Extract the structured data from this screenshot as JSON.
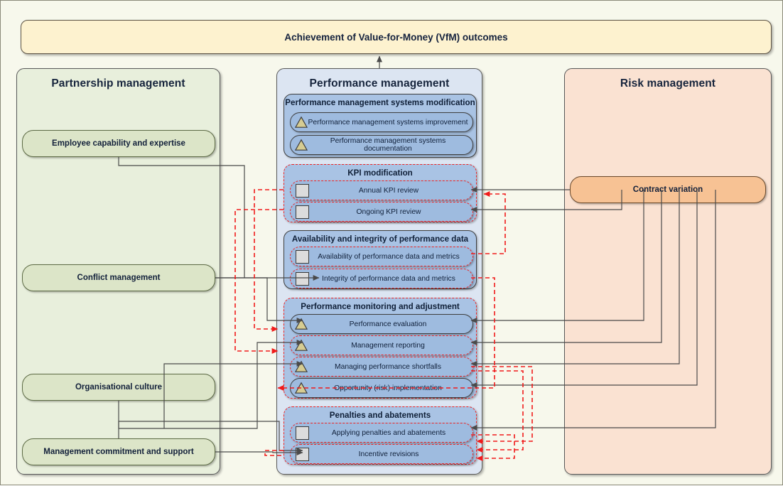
{
  "diagram": {
    "title": "Achievement of Value-for-Money (VfM) outcomes",
    "colors": {
      "canvas": "#f7f8ec",
      "vfm_fill": "#fdf2cf",
      "partnership_fill": "#e8efdc",
      "performance_fill": "#dce5f2",
      "risk_fill": "#fae2d2",
      "green_pill": "#dce5c8",
      "orange_pill": "#f7c294",
      "blue_pill": "#9ebbdf",
      "subgroup_fill": "#a9c3e4",
      "dashed_connector": "#ef2323",
      "solid_connector": "#4a4a4a",
      "triangle_icon": "#d6cc92",
      "checkbox_icon": "#dcdcdc"
    }
  },
  "top_outcome": {
    "label": "Achievement of Value-for-Money (VfM) outcomes"
  },
  "partnership": {
    "title": "Partnership management",
    "items": [
      {
        "label": "Employee capability and expertise"
      },
      {
        "label": "Conflict management"
      },
      {
        "label": "Organisational culture"
      },
      {
        "label": "Management commitment and support"
      }
    ]
  },
  "performance": {
    "title": "Performance management",
    "groups": [
      {
        "title": "Performance management systems modification",
        "border": "solid",
        "items": [
          {
            "label": "Performance management systems improvement",
            "icon": "triangle-icon",
            "border": "solid"
          },
          {
            "label": "Performance management systems documentation",
            "icon": "triangle-icon",
            "border": "solid"
          }
        ]
      },
      {
        "title": "KPI modification",
        "border": "dashed",
        "items": [
          {
            "label": "Annual KPI review",
            "icon": "checkbox-icon",
            "border": "dashed"
          },
          {
            "label": "Ongoing KPI review",
            "icon": "checkbox-icon",
            "border": "dashed"
          }
        ]
      },
      {
        "title": "Availability and integrity of performance data",
        "border": "solid",
        "items": [
          {
            "label": "Availability of performance data and metrics",
            "icon": "checkbox-icon",
            "border": "dashed"
          },
          {
            "label": "Integrity of performance data and metrics",
            "icon": "checkbox-icon",
            "border": "dashed"
          }
        ]
      },
      {
        "title": "Performance monitoring and adjustment",
        "border": "dashed",
        "items": [
          {
            "label": "Performance evaluation",
            "icon": "triangle-icon",
            "border": "solid"
          },
          {
            "label": "Management reporting",
            "icon": "triangle-icon",
            "border": "dashed"
          },
          {
            "label": "Managing performance shortfalls",
            "icon": "triangle-icon",
            "border": "dashed"
          },
          {
            "label": "Opportunity (risk) implementation",
            "icon": "triangle-icon",
            "border": "solid"
          }
        ]
      },
      {
        "title": "Penalties and abatements",
        "border": "dashed",
        "items": [
          {
            "label": "Applying penalties and abatements",
            "icon": "checkbox-icon",
            "border": "dashed"
          },
          {
            "label": "Incentive revisions",
            "icon": "checkbox-icon",
            "border": "dashed"
          }
        ]
      }
    ]
  },
  "risk": {
    "title": "Risk management",
    "items": [
      {
        "label": "Contract variation"
      }
    ]
  }
}
